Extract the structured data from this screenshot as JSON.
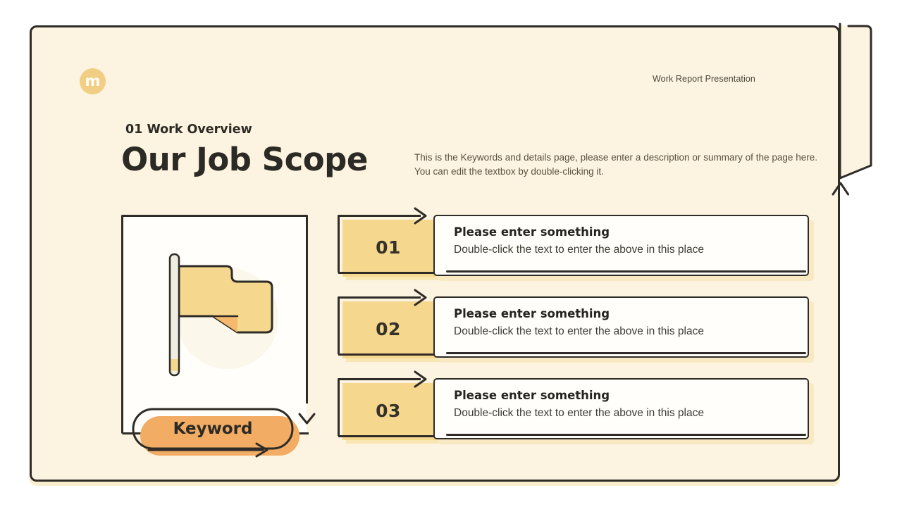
{
  "header": {
    "logo_letter": "m",
    "presentation_label": "Work Report Presentation"
  },
  "title_block": {
    "kicker": "01 Work Overview",
    "title": "Our Job Scope",
    "description": "This is the Keywords and details page, please enter a description or summary of the page here. You can edit the textbox by double-clicking it."
  },
  "keyword_panel": {
    "label": "Keyword"
  },
  "items": [
    {
      "number": "01",
      "title": "Please enter something",
      "subtitle": "Double-click the text to enter the above in this place"
    },
    {
      "number": "02",
      "title": "Please enter something",
      "subtitle": "Double-click the text to enter the above in this place"
    },
    {
      "number": "03",
      "title": "Please enter something",
      "subtitle": "Double-click the text to enter the above in this place"
    }
  ],
  "colors": {
    "slide_background": "#fcf3e1",
    "stroke_dark": "#2f2c27",
    "number_fill": "#f5d78d",
    "number_shadow": "#f9e7b3",
    "textbox_shadow": "#f8e9c2",
    "pill_orange": "#f2ac64",
    "flag_yellow": "#f6d78e",
    "flag_fold_orange": "#f4b96c",
    "logo_yellow": "#f1ce84"
  }
}
